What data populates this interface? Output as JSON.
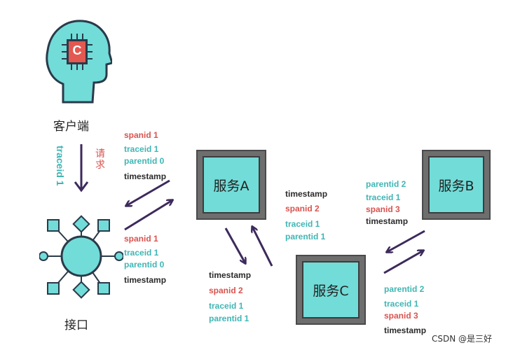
{
  "client": {
    "label": "客户端",
    "chip_letter": "C"
  },
  "interface": {
    "label": "接口"
  },
  "request": {
    "label": "请求",
    "traceid": "traceid 1"
  },
  "services": {
    "a": "服务A",
    "b": "服务B",
    "c": "服务C"
  },
  "block_top_left": [
    "spanid 1",
    "traceid 1",
    "parentid 0",
    "timestamp"
  ],
  "block_bottom_left": [
    "spanid 1",
    "traceid 1",
    "parentid 0",
    "timestamp"
  ],
  "block_mid_a": [
    "timestamp",
    "spanid 2",
    "traceid 1",
    "parentid 1"
  ],
  "block_mid_low": [
    "timestamp",
    "spanid 2",
    "traceid 1",
    "parentid 1"
  ],
  "block_b_left": [
    "parentid 2",
    "traceid 1",
    "spanid 3",
    "timestamp"
  ],
  "block_c_right": [
    "parentid 2",
    "traceid 1",
    "spanid 3",
    "timestamp"
  ],
  "watermark": "CSDN @是三好",
  "colors": {
    "teal": "#72dcd8",
    "label_red": "#d9534f",
    "label_teal": "#3fb6b4",
    "arrow": "#3d2a5c",
    "dark": "#2b2b2b"
  }
}
